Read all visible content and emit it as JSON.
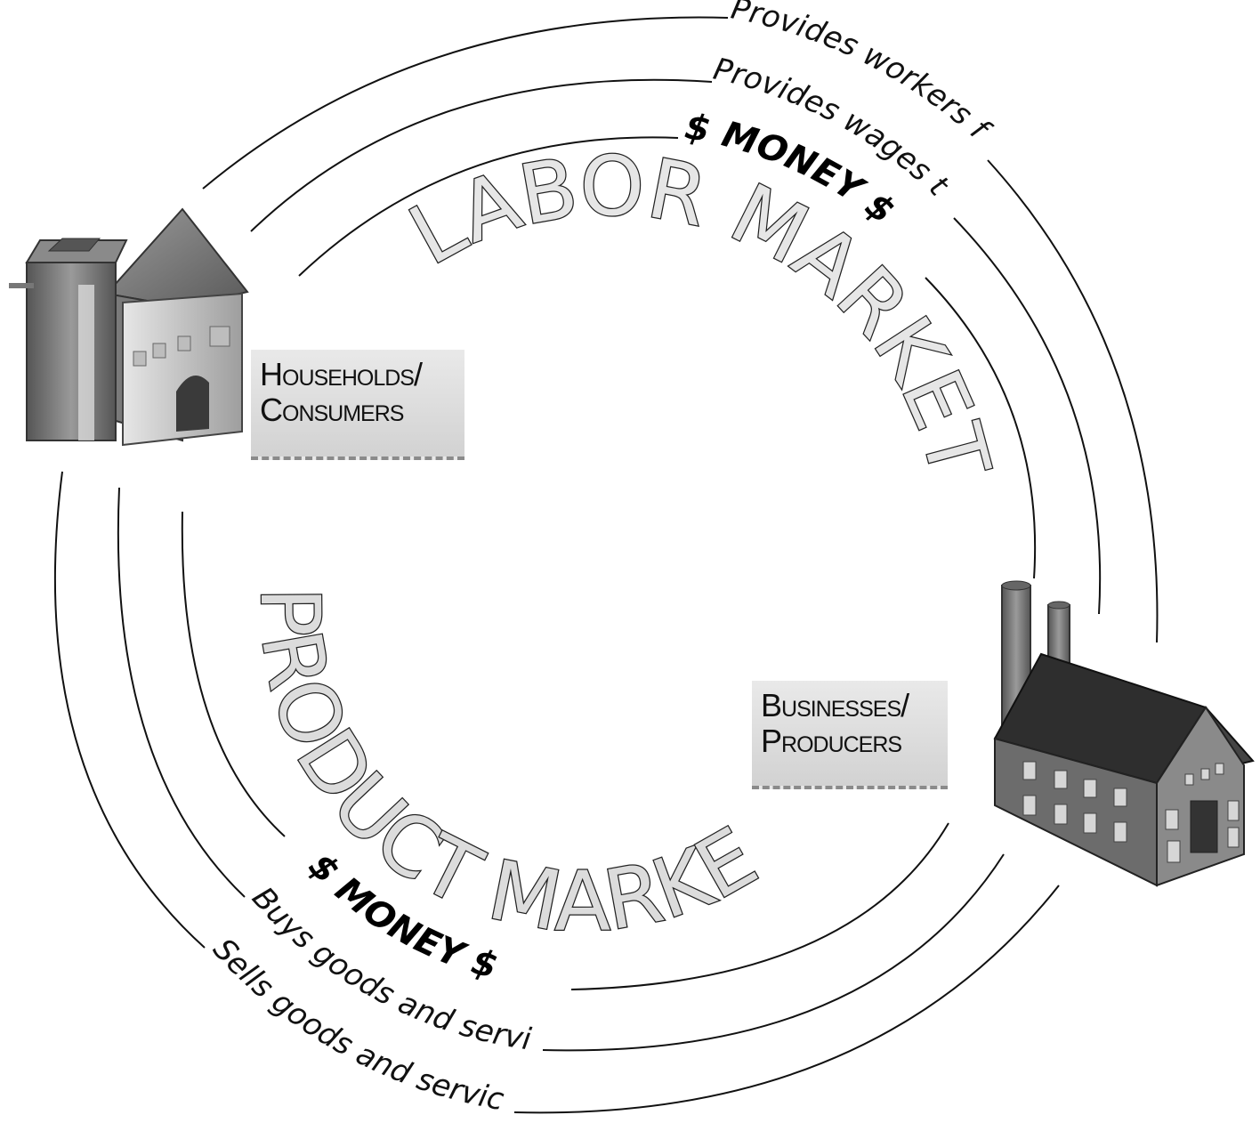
{
  "nodes": {
    "households": {
      "line1": "Households/",
      "line2": "Consumers"
    },
    "businesses": {
      "line1": "Businesses/",
      "line2": "Producers"
    }
  },
  "labor_market": {
    "title": "LABOR MARKET",
    "outer_flow": "Provides workers for",
    "middle_flow": "Provides wages to",
    "inner_flow": "$ MONEY $"
  },
  "product_market": {
    "title": "PRODUCT MARKET",
    "inner_flow": "$ MONEY $",
    "middle_flow": "Buys goods and services from",
    "outer_flow": "Sells goods and services to"
  },
  "icons": {
    "households": "house-icon",
    "businesses": "factory-icon"
  }
}
